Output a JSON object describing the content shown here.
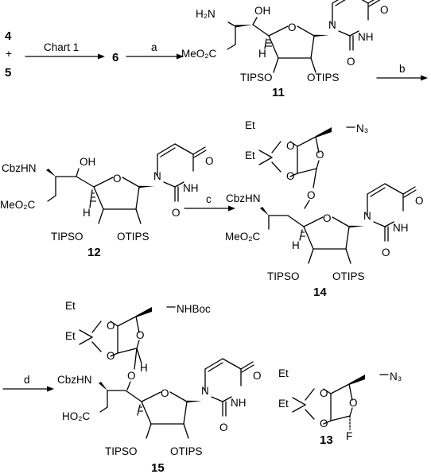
{
  "compounds": {
    "c4": "4",
    "plus": "+",
    "c5": "5",
    "c6": "6",
    "c11": "11",
    "c12": "12",
    "c13": "13",
    "c14": "14",
    "c15": "15"
  },
  "steps": {
    "chart1": "Chart 1",
    "a": "a",
    "b": "b",
    "c": "c",
    "d": "d"
  },
  "groups": {
    "h2n": "H₂N",
    "oh": "OH",
    "meo2c": "MeO₂C",
    "cbzhn": "CbzHN",
    "ho2c": "HO₂C",
    "tipso": "TIPSO",
    "otips": "OTIPS",
    "o": "O",
    "n": "N",
    "nh": "NH",
    "h": "H",
    "et": "Et",
    "n3": "N₃",
    "nhboc": "NHBoc",
    "f": "F"
  }
}
